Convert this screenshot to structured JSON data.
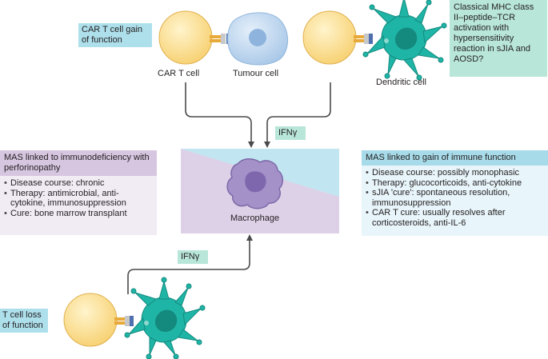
{
  "top_left_box": "CAR T cell gain of function",
  "top_right_box": "Classical MHC class II–peptide–TCR activation with hypersensitivity reaction in sJIA and AOSD?",
  "cells": {
    "car_t": "CAR T cell",
    "tumour": "Tumour cell",
    "dendritic": "Dendritic cell",
    "macrophage": "Macrophage"
  },
  "ifn_top": "IFNγ",
  "ifn_bottom": "IFNγ",
  "bottom_left_box": "T cell loss of function",
  "left_panel": {
    "title": "MAS linked to immunodeficiency with perforinopathy",
    "items": [
      "Disease course: chronic",
      "Therapy: antimicrobial, anti-cytokine, immunosuppression",
      "Cure: bone marrow transplant"
    ]
  },
  "right_panel": {
    "title": "MAS linked to gain of immune function",
    "items": [
      "Disease course: possibly monophasic",
      "Therapy: glucocorticoids, anti-cytokine",
      "sJIA 'cure': spontaneous resolution, immunosuppression",
      "CAR T cure: usually resolves after corticosteroids, anti-IL-6"
    ]
  },
  "colors": {
    "t_cell": "#fde29a",
    "tumour_cell": "#c6dcf2",
    "dendritic_cell": "#1fb5a6",
    "macrophage": "#9b86c2",
    "blue_region": "#c2e6f1",
    "purple_region": "#ddd1e8"
  }
}
